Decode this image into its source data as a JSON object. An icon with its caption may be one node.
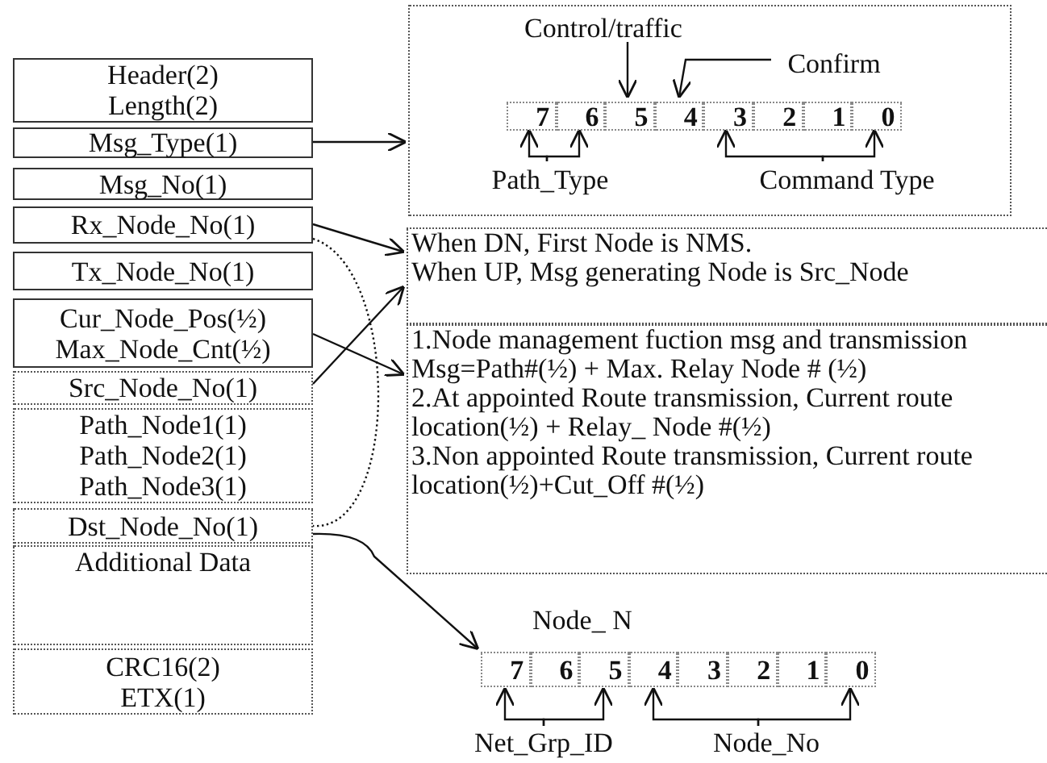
{
  "diagram": {
    "nodes": [
      {
        "text": [
          "Header(2)",
          "Length(2)"
        ]
      },
      {
        "text": [
          "Msg_Type(1)"
        ]
      },
      {
        "text": [
          "Msg_No(1)"
        ]
      },
      {
        "text": [
          "Rx_Node_No(1)"
        ]
      },
      {
        "text": [
          "Tx_Node_No(1)"
        ]
      },
      {
        "text": [
          "Cur_Node_Pos(½)",
          "Max_Node_Cnt(½)"
        ]
      },
      {
        "text": [
          "Src_Node_No(1)"
        ]
      },
      {
        "text": [
          "Path_Node1(1)",
          "Path_Node2(1)",
          "Path_Node3(1)"
        ]
      },
      {
        "text": [
          "Dst_Node_No(1)"
        ]
      },
      {
        "text": [
          "Additional Data"
        ]
      },
      {
        "text": [
          "CRC16(2)",
          "ETX(1)"
        ]
      },
      {
        "text": [],
        "shape": "box"
      },
      {
        "text": [
          "7"
        ],
        "in": 11
      },
      {
        "text": [
          "6"
        ],
        "in": 11
      },
      {
        "text": [
          "5"
        ],
        "in": 11
      },
      {
        "text": [
          "4"
        ],
        "in": 11
      },
      {
        "text": [
          "3"
        ],
        "in": 11
      },
      {
        "text": [
          "2"
        ],
        "in": 11
      },
      {
        "text": [
          "1"
        ],
        "in": 11
      },
      {
        "text": [
          "0"
        ],
        "in": 11
      },
      {
        "text": [
          "Control/traffic"
        ],
        "in": 11
      },
      {
        "text": [
          "Confirm"
        ],
        "in": 11
      },
      {
        "text": [
          "Path_Type"
        ],
        "in": 11
      },
      {
        "text": [
          "Command Type"
        ],
        "in": 11
      },
      {
        "text": [
          "When DN, First Node is NMS.",
          "When UP, Msg generating Node is Src_Node"
        ]
      },
      {
        "text": [
          "1.Node management fuction msg and transmission Msg=Path#(½) + Max. Relay Node # (½)",
          "2.At appointed Route transmission, Current route location(½) + Relay_ Node #(½)",
          "3.Non appointed Route transmission, Current route location(½)+Cut_Off #(½)"
        ]
      },
      {
        "text": [
          "Node_ N"
        ]
      },
      {
        "text": [
          "7"
        ],
        "in": 26
      },
      {
        "text": [
          "6"
        ],
        "in": 26
      },
      {
        "text": [
          "5"
        ],
        "in": 26
      },
      {
        "text": [
          "4"
        ],
        "in": 26
      },
      {
        "text": [
          "3"
        ],
        "in": 26
      },
      {
        "text": [
          "2"
        ],
        "in": 26
      },
      {
        "text": [
          "1"
        ],
        "in": 26
      },
      {
        "text": [
          "0"
        ],
        "in": 26
      },
      {
        "text": [
          "Net_Grp_ID"
        ]
      },
      {
        "text": [
          "Node_No"
        ]
      }
    ],
    "edges": [
      {
        "from": 1,
        "to": 11,
        "arrow": "to"
      },
      {
        "from": 3,
        "to": 24,
        "arrow": "to"
      },
      {
        "from": 6,
        "to": 24,
        "arrow": "to"
      },
      {
        "from": 5,
        "to": 25,
        "arrow": "to"
      },
      {
        "from": 3,
        "to": 8,
        "arrow": "none",
        "style": "dashed"
      },
      {
        "from": 8,
        "to": 26,
        "arrow": "to"
      },
      {
        "from": 20,
        "to": 14,
        "arrow": "to"
      },
      {
        "from": 21,
        "to": 15,
        "arrow": "to"
      },
      {
        "from": 22,
        "to": 12,
        "arrow": "to"
      },
      {
        "from": 22,
        "to": 13,
        "arrow": "to"
      },
      {
        "from": 23,
        "to": 16,
        "arrow": "to"
      },
      {
        "from": 23,
        "to": 19,
        "arrow": "to"
      },
      {
        "from": 35,
        "to": 27,
        "arrow": "to"
      },
      {
        "from": 35,
        "to": 29,
        "arrow": "to"
      },
      {
        "from": 36,
        "to": 30,
        "arrow": "to"
      },
      {
        "from": 36,
        "to": 34,
        "arrow": "to"
      }
    ]
  }
}
